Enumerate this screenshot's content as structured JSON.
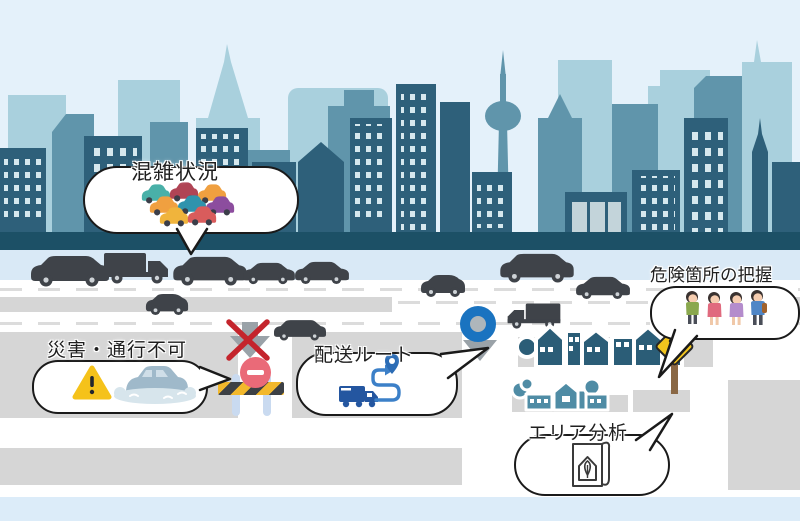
{
  "callouts": {
    "congestion": {
      "label": "混雑状況",
      "icon": "traffic-jam-cars-icon",
      "car_colors": [
        "#49b0a8",
        "#b04455",
        "#f0a040",
        "#f0a040",
        "#2f93ad",
        "#8c4d9e",
        "#f0b43c",
        "#d95c5c"
      ]
    },
    "disaster": {
      "label": "災害・通行不可",
      "icons": [
        "warning-triangle-icon",
        "flooded-car-icon"
      ]
    },
    "delivery": {
      "label": "配送ルート",
      "icon": "delivery-route-icon"
    },
    "danger": {
      "label": "危険箇所の把握",
      "icon": "school-children-icon"
    },
    "area": {
      "label": "エリア分析",
      "icon": "area-map-icon"
    }
  },
  "scene": {
    "description": "Illustrated smart-city scene: blue city skyline, multi-lane road with traffic, a closed flooded street with barricade and no-entry sign, a delivery destination pin, residential houses with a pedestrian-crossing sign",
    "colors": {
      "sky": "#e4f1fa",
      "building_light": "#a9d0dd",
      "building_mid": "#6095ab",
      "building_dark": "#2e607a",
      "skyline_base": "#1c5066",
      "road_strip": "#d9e9f6",
      "pavement_gray": "#d6d6d6",
      "vehicle_dark": "#3f4349",
      "warning_yellow": "#f5c21a",
      "no_entry_pink": "#ea6a78",
      "barricade_yellow": "#f2b82c",
      "pin_blue": "#1a73c0",
      "route_blue": "#3c80c8",
      "sign_yellow": "#f2c51d",
      "bottom_band": "#dcecf9"
    }
  }
}
